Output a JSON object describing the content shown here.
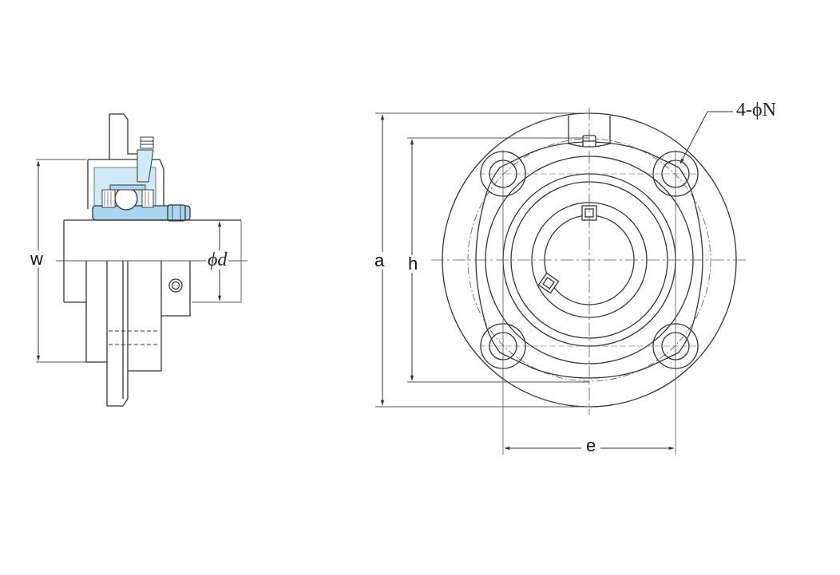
{
  "labels": {
    "w": "w",
    "phi_d": "ϕd",
    "a": "a",
    "h": "h",
    "e": "e",
    "bolt_holes": "4-ϕN"
  },
  "colors": {
    "line": "#333333",
    "thin_line": "#555555",
    "bearing_fill": "#a9d6ee",
    "bearing_fill_light": "#cfe9f6",
    "background": "#ffffff"
  }
}
